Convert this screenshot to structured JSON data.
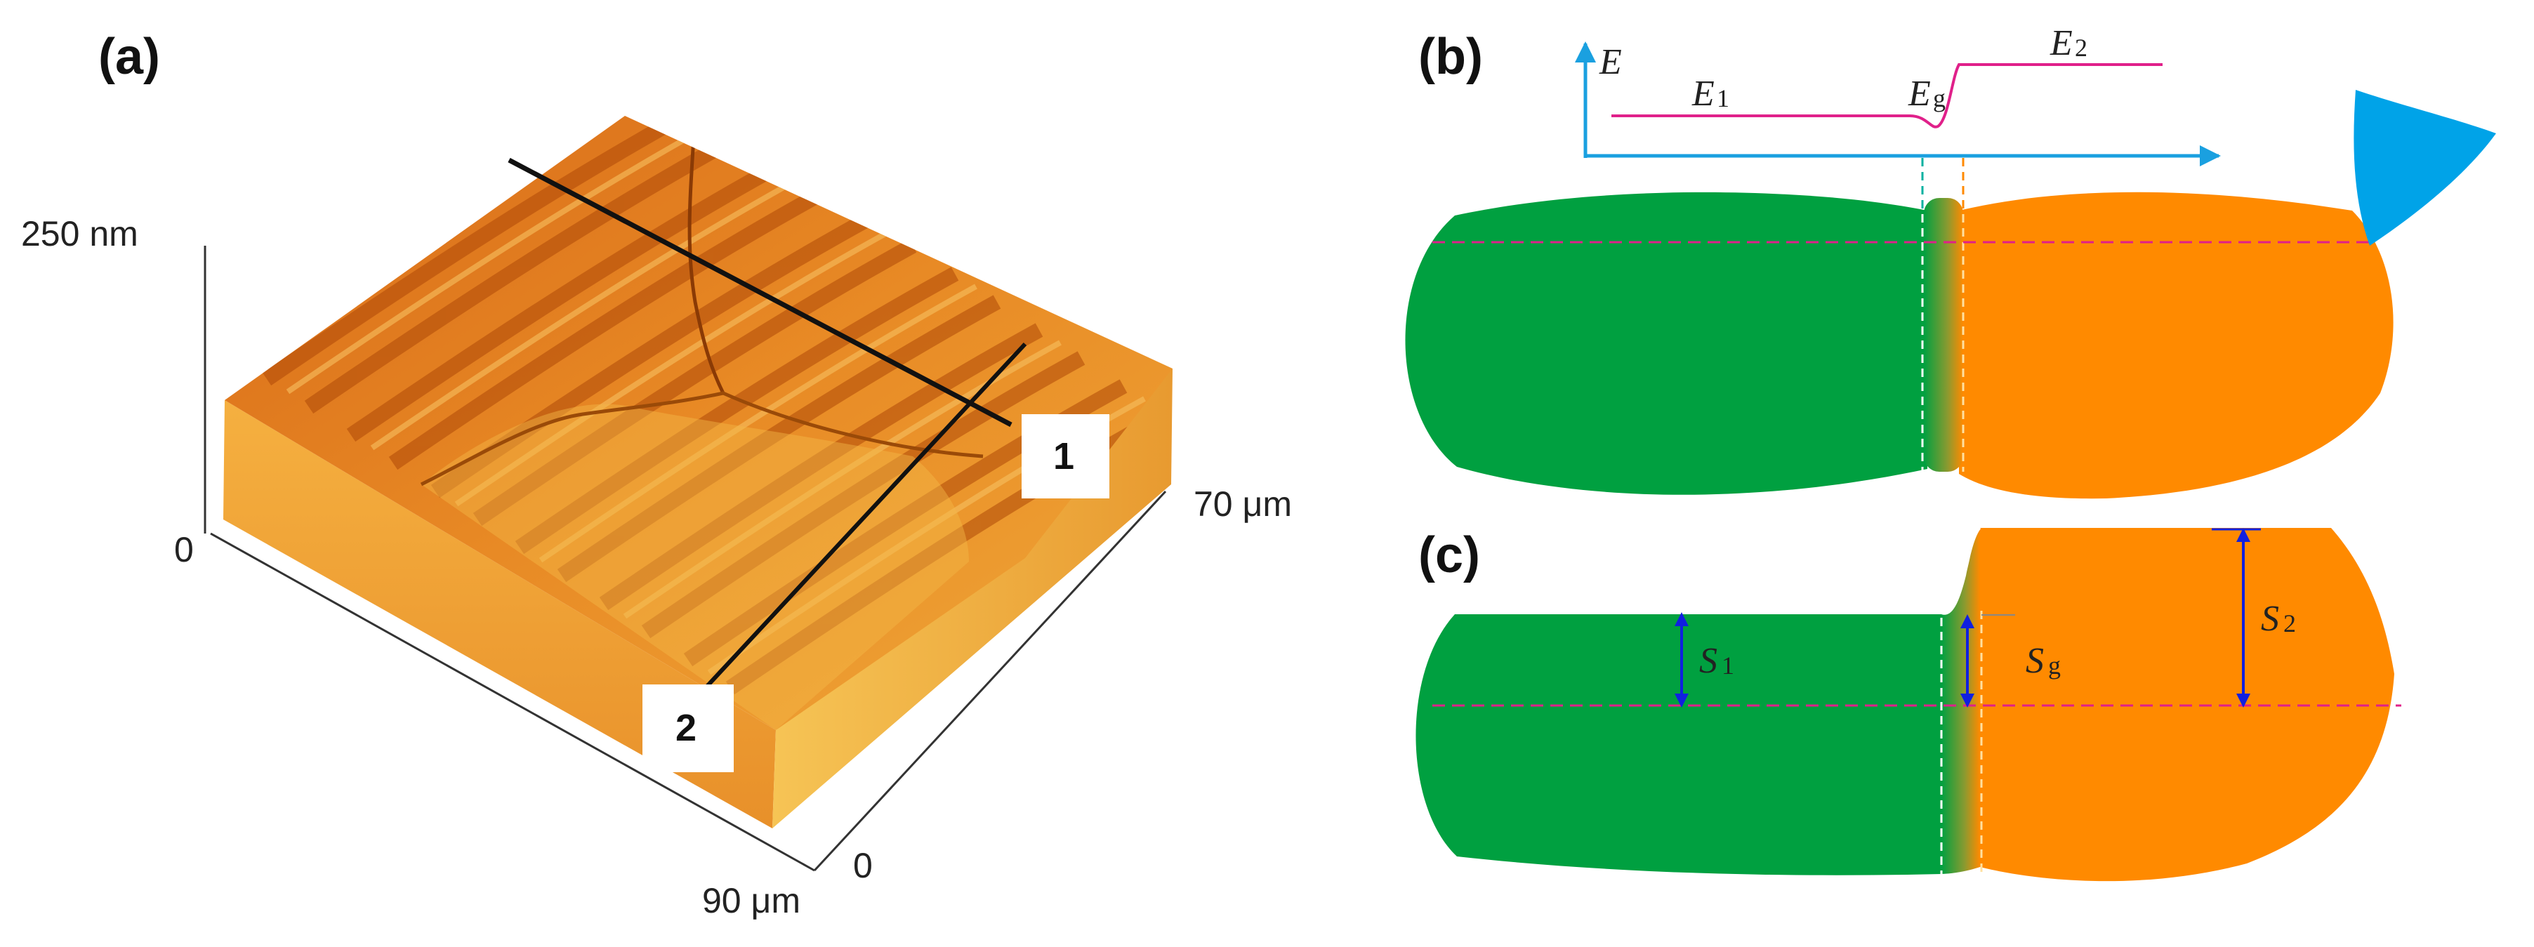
{
  "panels": {
    "a": {
      "label": "(a)",
      "z_label": "250 nm",
      "origin_label": "0",
      "y_label": "70 μm",
      "x_label": "90 μm",
      "y_origin_label": "0",
      "marker1": "1",
      "marker2": "2"
    },
    "b": {
      "label": "(b)",
      "energy_axis": "E",
      "e1": "E",
      "e1_sub": "1",
      "eg": "E",
      "eg_sub": "g",
      "e2": "E",
      "e2_sub": "2"
    },
    "c": {
      "label": "(c)",
      "s1": "S",
      "s1_sub": "1",
      "sg": "S",
      "sg_sub": "g",
      "s2": "S",
      "s2_sub": "2"
    }
  },
  "colors": {
    "green": "#00a040",
    "orange": "#ff8a00",
    "blue_axis": "#1aa0e0",
    "blue_tip": "#00a3e8",
    "magenta": "#e0208a",
    "arrow_blue": "#1020e0",
    "afm_dark": "#b85010",
    "afm_light": "#f0a030"
  }
}
